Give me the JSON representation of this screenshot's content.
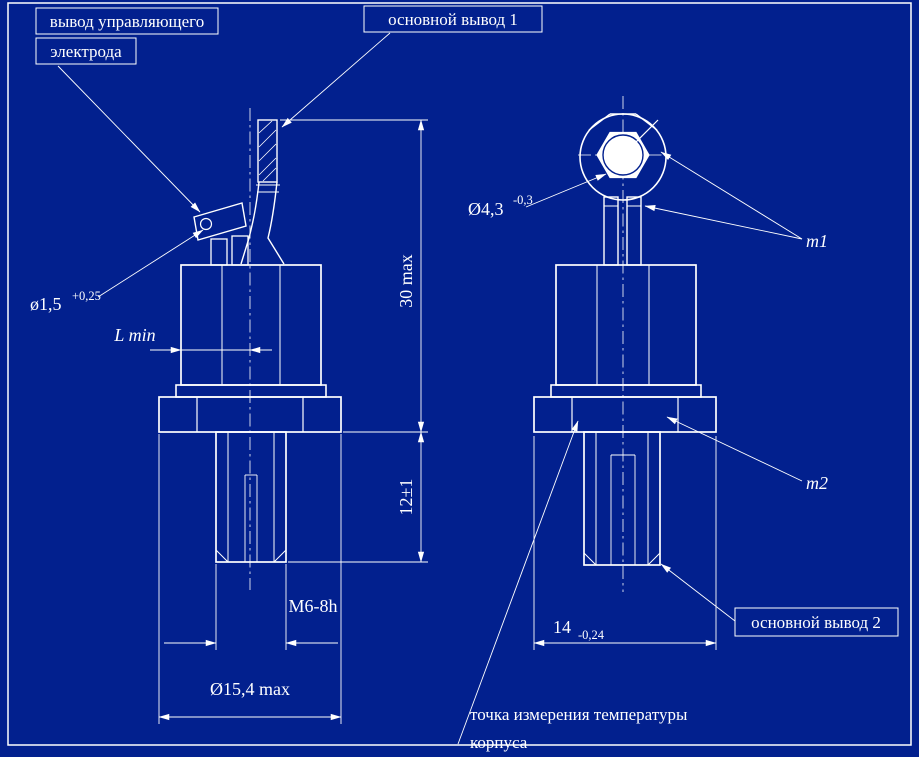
{
  "drawing": {
    "colors": {
      "background": "#02208E",
      "line": "#FFFFFF"
    },
    "callouts": {
      "control_electrode_line1": "вывод управляющего",
      "control_electrode_line2": "электрода",
      "main_lead_1": "основной вывод 1",
      "main_lead_2": "основной вывод 2",
      "temp_point_line1": "точка измерения температуры",
      "temp_point_line2": "корпуса"
    },
    "dimensions": {
      "control_lead_diameter": "ø1,5",
      "control_lead_diameter_tol": "+0,25",
      "l_min": "L min",
      "height_max": "30 max",
      "stud_length": "12±1",
      "thread": "М6-8h",
      "hex_diameter": "Ø15,4 max",
      "hole_diameter": "Ø4,3",
      "hole_diameter_tol": "-0,3",
      "mass1": "m1",
      "mass2": "m2",
      "across_flats": "14",
      "across_flats_tol": "-0,24"
    }
  }
}
